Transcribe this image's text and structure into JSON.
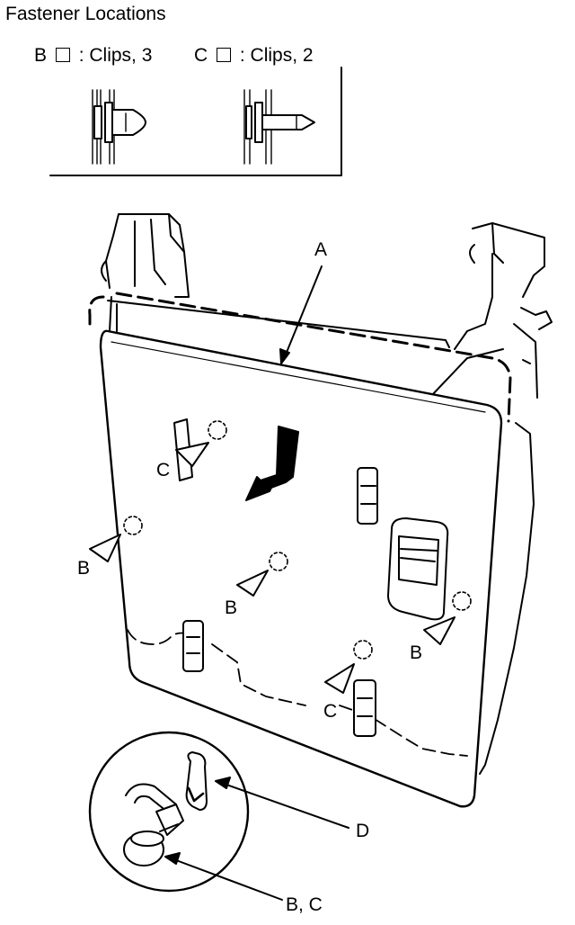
{
  "title": "Fastener Locations",
  "legend": {
    "b": {
      "letter": "B",
      "text": ": Clips, 3"
    },
    "c": {
      "letter": "C",
      "text": ": Clips, 2"
    }
  },
  "labels": {
    "a": "A",
    "b": "B",
    "c": "C",
    "d": "D",
    "bc": "B, C"
  }
}
